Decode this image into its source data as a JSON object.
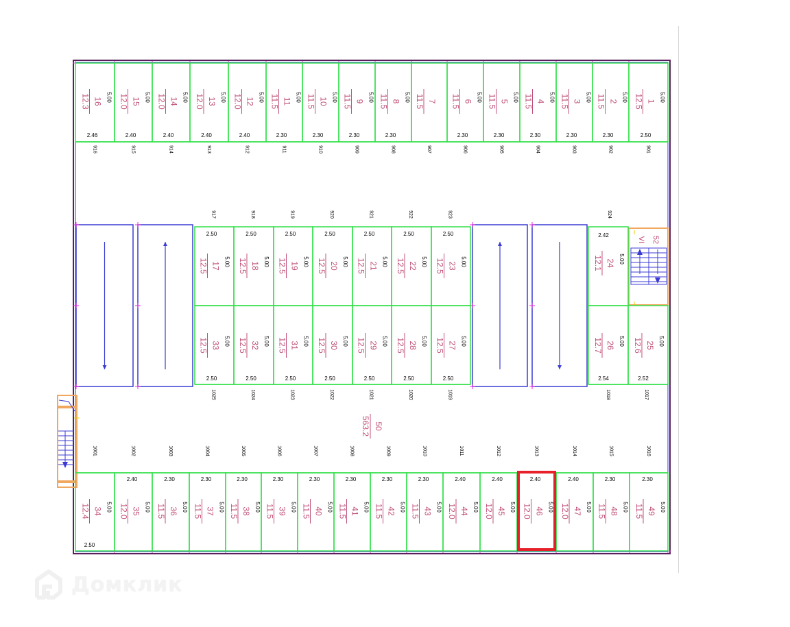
{
  "watermark": {
    "brand": "Домклик",
    "icon": "house-logo-icon"
  },
  "colors": {
    "outer_wall": "#5a1f5a",
    "inner_wall": "#3b3bd4",
    "spot_line": "#33e04a",
    "spot_text": "#c0507a",
    "dim_text": "#000000",
    "stair": "#f0a860",
    "highlight": "#e8202a",
    "tick": "#e030e0"
  },
  "top_row": [
    {
      "num": "16",
      "area": "12.3",
      "depth": "5.00",
      "width": "2.46",
      "axis": "916"
    },
    {
      "num": "15",
      "area": "12.0",
      "depth": "5.00",
      "width": "2.40",
      "axis": "915"
    },
    {
      "num": "14",
      "area": "12.0",
      "depth": "5.00",
      "width": "2.40",
      "axis": "914"
    },
    {
      "num": "13",
      "area": "12.0",
      "depth": "5.00",
      "width": "2.40",
      "axis": "913"
    },
    {
      "num": "12",
      "area": "12.0",
      "depth": "5.00",
      "width": "2.40",
      "axis": "912"
    },
    {
      "num": "11",
      "area": "11.5",
      "depth": "5.00",
      "width": "2.30",
      "axis": "911"
    },
    {
      "num": "10",
      "area": "11.5",
      "depth": "5.00",
      "width": "2.30",
      "axis": "910"
    },
    {
      "num": "9",
      "area": "11.5",
      "depth": "5.00",
      "width": "2.30",
      "axis": "909"
    },
    {
      "num": "8",
      "area": "11.5",
      "depth": "5.00",
      "width": "2.30",
      "axis": "908"
    },
    {
      "num": "7",
      "area": "11.5",
      "depth": "",
      "width": "",
      "axis": "907"
    },
    {
      "num": "6",
      "area": "11.5",
      "depth": "5.00",
      "width": "2.30",
      "axis": "906"
    },
    {
      "num": "5",
      "area": "11.5",
      "depth": "5.00",
      "width": "2.30",
      "axis": "905"
    },
    {
      "num": "4",
      "area": "11.5",
      "depth": "5.00",
      "width": "2.30",
      "axis": "904"
    },
    {
      "num": "3",
      "area": "11.5",
      "depth": "5.00",
      "width": "2.30",
      "axis": "903"
    },
    {
      "num": "2",
      "area": "11.5",
      "depth": "5.00",
      "width": "2.30",
      "axis": "902"
    },
    {
      "num": "1",
      "area": "12.5",
      "depth": "5.00",
      "width": "2.50",
      "axis": "901"
    }
  ],
  "middle_upper": [
    {
      "num": "17",
      "area": "12.5",
      "depth": "5.00",
      "width": "2.50",
      "axis": "917"
    },
    {
      "num": "18",
      "area": "12.5",
      "depth": "5.00",
      "width": "2.50",
      "axis": "918"
    },
    {
      "num": "19",
      "area": "12.5",
      "depth": "5.00",
      "width": "2.50",
      "axis": "919"
    },
    {
      "num": "20",
      "area": "12.5",
      "depth": "5.00",
      "width": "2.50",
      "axis": "920"
    },
    {
      "num": "21",
      "area": "12.5",
      "depth": "5.00",
      "width": "2.50",
      "axis": "921"
    },
    {
      "num": "22",
      "area": "12.5",
      "depth": "5.00",
      "width": "2.50",
      "axis": "922"
    },
    {
      "num": "23",
      "area": "12.5",
      "depth": "5.00",
      "width": "2.50",
      "axis": "923"
    }
  ],
  "middle_lower": [
    {
      "num": "33",
      "area": "12.5",
      "depth": "5.00",
      "width": "2.50",
      "axis": "1025"
    },
    {
      "num": "32",
      "area": "12.5",
      "depth": "5.00",
      "width": "2.50",
      "axis": "1024"
    },
    {
      "num": "31",
      "area": "12.5",
      "depth": "5.00",
      "width": "2.50",
      "axis": "1023"
    },
    {
      "num": "30",
      "area": "12.5",
      "depth": "5.00",
      "width": "2.50",
      "axis": "1022"
    },
    {
      "num": "29",
      "area": "12.5",
      "depth": "5.00",
      "width": "2.50",
      "axis": "1021"
    },
    {
      "num": "28",
      "area": "12.5",
      "depth": "5.00",
      "width": "2.50",
      "axis": "1020"
    },
    {
      "num": "27",
      "area": "12.5",
      "depth": "5.00",
      "width": "2.50",
      "axis": "1019"
    }
  ],
  "right_block": {
    "spot24": {
      "num": "24",
      "area": "12.1",
      "depth": "5.00",
      "width": "2.42",
      "axis": "924"
    },
    "spot26": {
      "num": "26",
      "area": "12.7",
      "depth": "5.00",
      "width": "2.54",
      "axis": "1018"
    },
    "spot25": {
      "num": "25",
      "area": "12.6",
      "depth": "5.00",
      "width": "2.52",
      "axis": "1017"
    },
    "stair": {
      "label": "VI",
      "num": "52"
    }
  },
  "corridor": {
    "num": "50",
    "area": "563.2"
  },
  "bottom_row": [
    {
      "num": "34",
      "area": "12.4",
      "depth": "5.00",
      "width": "2.50",
      "axis": "1001"
    },
    {
      "num": "35",
      "area": "12.0",
      "depth": "5.00",
      "width": "2.40",
      "axis": "1002"
    },
    {
      "num": "36",
      "area": "11.5",
      "depth": "5.00",
      "width": "2.30",
      "axis": "1003"
    },
    {
      "num": "37",
      "area": "11.5",
      "depth": "5.00",
      "width": "2.30",
      "axis": "1004"
    },
    {
      "num": "38",
      "area": "11.5",
      "depth": "5.00",
      "width": "2.30",
      "axis": "1005"
    },
    {
      "num": "39",
      "area": "11.5",
      "depth": "5.00",
      "width": "2.30",
      "axis": "1006"
    },
    {
      "num": "40",
      "area": "11.5",
      "depth": "5.00",
      "width": "2.30",
      "axis": "1007"
    },
    {
      "num": "41",
      "area": "11.5",
      "depth": "5.00",
      "width": "2.30",
      "axis": "1008"
    },
    {
      "num": "42",
      "area": "11.5",
      "depth": "5.00",
      "width": "2.30",
      "axis": "1009"
    },
    {
      "num": "43",
      "area": "11.5",
      "depth": "5.00",
      "width": "2.30",
      "axis": "1010"
    },
    {
      "num": "44",
      "area": "12.0",
      "depth": "5.00",
      "width": "2.40",
      "axis": "1011"
    },
    {
      "num": "45",
      "area": "12.0",
      "depth": "5.00",
      "width": "2.40",
      "axis": "1012"
    },
    {
      "num": "46",
      "area": "12.0",
      "depth": "5.00",
      "width": "2.40",
      "axis": "1013",
      "highlighted": true
    },
    {
      "num": "47",
      "area": "12.0",
      "depth": "5.00",
      "width": "2.40",
      "axis": "1014"
    },
    {
      "num": "48",
      "area": "11.5",
      "depth": "5.00",
      "width": "2.30",
      "axis": "1015"
    },
    {
      "num": "49",
      "area": "11.5",
      "depth": "5.00",
      "width": "2.30",
      "axis": "1016"
    }
  ]
}
